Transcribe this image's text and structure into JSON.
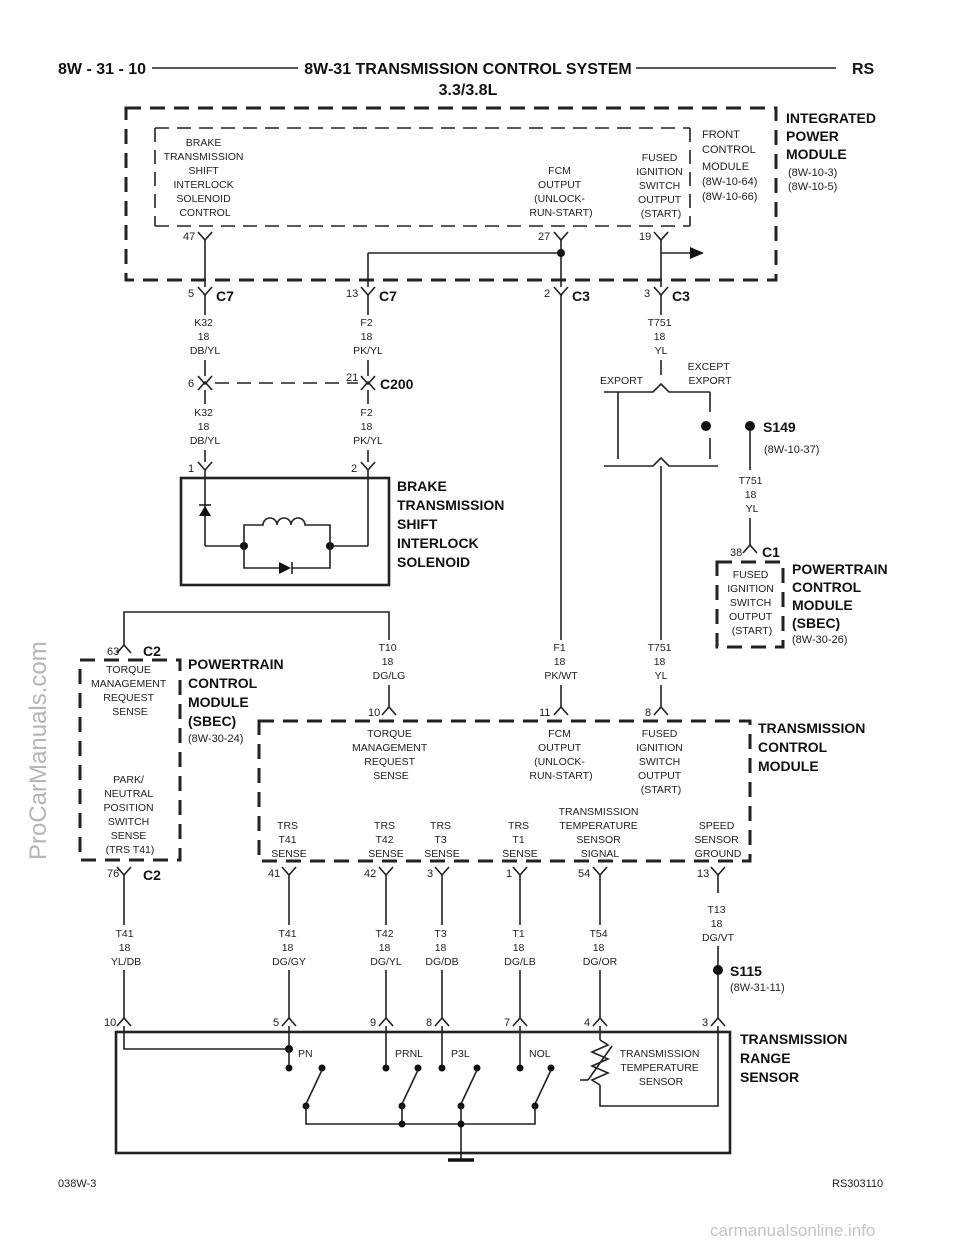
{
  "header": {
    "left": "8W - 31 - 10",
    "title": "8W-31 TRANSMISSION CONTROL SYSTEM",
    "subtitle": "3.3/3.8L",
    "right": "RS"
  },
  "footer": {
    "left": "038W-3",
    "right": "RS303110"
  },
  "watermarks": {
    "side": "ProCarManuals.com",
    "bottom": "carmanualsonline.info"
  },
  "ipm": {
    "name": [
      "INTEGRATED",
      "POWER",
      "MODULE"
    ],
    "refs": [
      "(8W-10-3)",
      "(8W-10-5)"
    ],
    "fcm_name": [
      "FRONT",
      "CONTROL",
      "MODULE",
      "(8W-10-64)",
      "(8W-10-66)"
    ],
    "bts_label": [
      "BRAKE",
      "TRANSMISSION",
      "SHIFT",
      "INTERLOCK",
      "SOLENOID",
      "CONTROL"
    ],
    "fcm_out": [
      "FCM",
      "OUTPUT",
      "(UNLOCK-",
      "RUN-START)"
    ],
    "fused": [
      "FUSED",
      "IGNITION",
      "SWITCH",
      "OUTPUT",
      "(START)"
    ],
    "pins": [
      "47",
      "27",
      "19"
    ]
  },
  "connectors": {
    "c7a_pin": "5",
    "c7a": "C7",
    "c7b_pin": "13",
    "c7b": "C7",
    "c3a_pin": "2",
    "c3a": "C3",
    "c3b_pin": "3",
    "c3b": "C3",
    "c200": "C200",
    "c200_pin_a": "6",
    "c200_pin_b": "21"
  },
  "wires": {
    "k32_top": [
      "K32",
      "18",
      "DB/YL"
    ],
    "f2_top": [
      "F2",
      "18",
      "PK/YL"
    ],
    "t751_top": [
      "T751",
      "18",
      "YL"
    ],
    "k32_bot": [
      "K32",
      "18",
      "DB/YL"
    ],
    "f2_bot": [
      "F2",
      "18",
      "PK/YL"
    ],
    "t751_s149": [
      "T751",
      "18",
      "YL"
    ],
    "t10": [
      "T10",
      "18",
      "DG/LG"
    ],
    "f1": [
      "F1",
      "18",
      "PK/WT"
    ],
    "t751_tcm": [
      "T751",
      "18",
      "YL"
    ],
    "t41": [
      "T41",
      "18",
      "YL/DB"
    ],
    "t41b": [
      "T41",
      "18",
      "DG/GY"
    ],
    "t42": [
      "T42",
      "18",
      "DG/YL"
    ],
    "t3": [
      "T3",
      "18",
      "DG/DB"
    ],
    "t1": [
      "T1",
      "18",
      "DG/LB"
    ],
    "t54": [
      "T54",
      "18",
      "DG/OR"
    ],
    "t13": [
      "T13",
      "18",
      "DG/VT"
    ]
  },
  "export": {
    "left": "EXPORT",
    "right": [
      "EXCEPT",
      "EXPORT"
    ]
  },
  "s149": {
    "name": "S149",
    "ref": "(8W-10-37)"
  },
  "s115": {
    "name": "S115",
    "ref": "(8W-31-11)"
  },
  "btsi": {
    "name": [
      "BRAKE",
      "TRANSMISSION",
      "SHIFT",
      "INTERLOCK",
      "SOLENOID"
    ],
    "pins": [
      "1",
      "2"
    ]
  },
  "pcm_c1": {
    "pin": "38",
    "conn": "C1",
    "label": [
      "FUSED",
      "IGNITION",
      "SWITCH",
      "OUTPUT",
      "(START)"
    ],
    "name": [
      "POWERTRAIN",
      "CONTROL",
      "MODULE",
      "(SBEC)"
    ],
    "ref": "(8W-30-26)"
  },
  "pcm_c2": {
    "pin_top": "63",
    "conn_top": "C2",
    "pin_bot": "76",
    "conn_bot": "C2",
    "torque": [
      "TORQUE",
      "MANAGEMENT",
      "REQUEST",
      "SENSE"
    ],
    "park": [
      "PARK/",
      "NEUTRAL",
      "POSITION",
      "SWITCH",
      "SENSE",
      "(TRS T41)"
    ],
    "name": [
      "POWERTRAIN",
      "CONTROL",
      "MODULE",
      "(SBEC)"
    ],
    "ref": "(8W-30-24)"
  },
  "tcm": {
    "name": [
      "TRANSMISSION",
      "CONTROL",
      "MODULE"
    ],
    "top_pins": [
      "10",
      "11",
      "8"
    ],
    "torque": [
      "TORQUE",
      "MANAGEMENT",
      "REQUEST",
      "SENSE"
    ],
    "fcm_out": [
      "FCM",
      "OUTPUT",
      "(UNLOCK-",
      "RUN-START)"
    ],
    "fused": [
      "FUSED",
      "IGNITION",
      "SWITCH",
      "OUTPUT",
      "(START)"
    ],
    "trs41": [
      "TRS",
      "T41",
      "SENSE"
    ],
    "trs42": [
      "TRS",
      "T42",
      "SENSE"
    ],
    "trs3": [
      "TRS",
      "T3",
      "SENSE"
    ],
    "trs1": [
      "TRS",
      "T1",
      "SENSE"
    ],
    "temp": [
      "TRANSMISSION",
      "TEMPERATURE",
      "SENSOR",
      "SIGNAL"
    ],
    "speed": [
      "SPEED",
      "SENSOR",
      "GROUND"
    ],
    "bot_pins": [
      "41",
      "42",
      "3",
      "1",
      "54",
      "13"
    ]
  },
  "trs": {
    "name": [
      "TRANSMISSION",
      "RANGE",
      "SENSOR"
    ],
    "pins": [
      "10",
      "5",
      "9",
      "8",
      "7",
      "4",
      "3"
    ],
    "switches": [
      "PN",
      "PRNL",
      "P3L",
      "NOL"
    ],
    "temp": [
      "TRANSMISSION",
      "TEMPERATURE",
      "SENSOR"
    ]
  }
}
